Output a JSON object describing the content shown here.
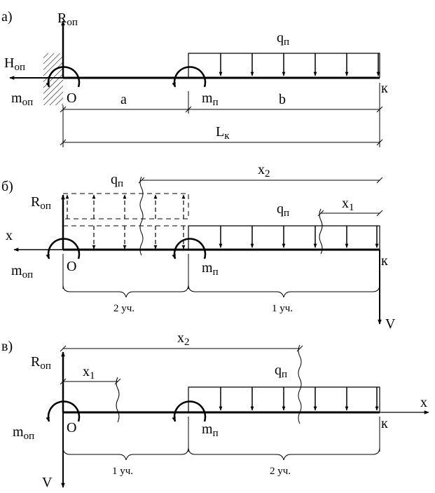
{
  "panels": {
    "a": {
      "tag": "а)",
      "R_base": "R",
      "R_sub": "оп",
      "H_base": "H",
      "H_sub": "оп",
      "m_base": "m",
      "m_sub": "оп",
      "origin": "O",
      "mn_base": "m",
      "mn_sub": "п",
      "q_base": "q",
      "q_sub": "п",
      "end": "к",
      "dim_a": "a",
      "dim_b": "b",
      "dim_L_base": "L",
      "dim_L_sub": "к"
    },
    "b": {
      "tag": "б)",
      "R_base": "R",
      "R_sub": "оп",
      "x_axis": "x",
      "m_base": "m",
      "m_sub": "оп",
      "origin": "O",
      "mn_base": "m",
      "mn_sub": "п",
      "q_left_base": "q",
      "q_left_sub": "п",
      "q_right_base": "q",
      "q_right_sub": "п",
      "end": "к",
      "x1_base": "x",
      "x1_sub": "1",
      "x2_base": "x",
      "x2_sub": "2",
      "section_left": "2 уч.",
      "section_right": "1 уч.",
      "V": "V"
    },
    "c": {
      "tag": "в)",
      "R_base": "R",
      "R_sub": "оп",
      "m_base": "m",
      "m_sub": "оп",
      "origin": "O",
      "mn_base": "m",
      "mn_sub": "п",
      "q_base": "q",
      "q_sub": "п",
      "end": "к",
      "x_axis": "x",
      "x1_base": "x",
      "x1_sub": "1",
      "x2_base": "x",
      "x2_sub": "2",
      "section_left": "1 уч.",
      "section_right": "2 уч.",
      "V": "V"
    }
  }
}
